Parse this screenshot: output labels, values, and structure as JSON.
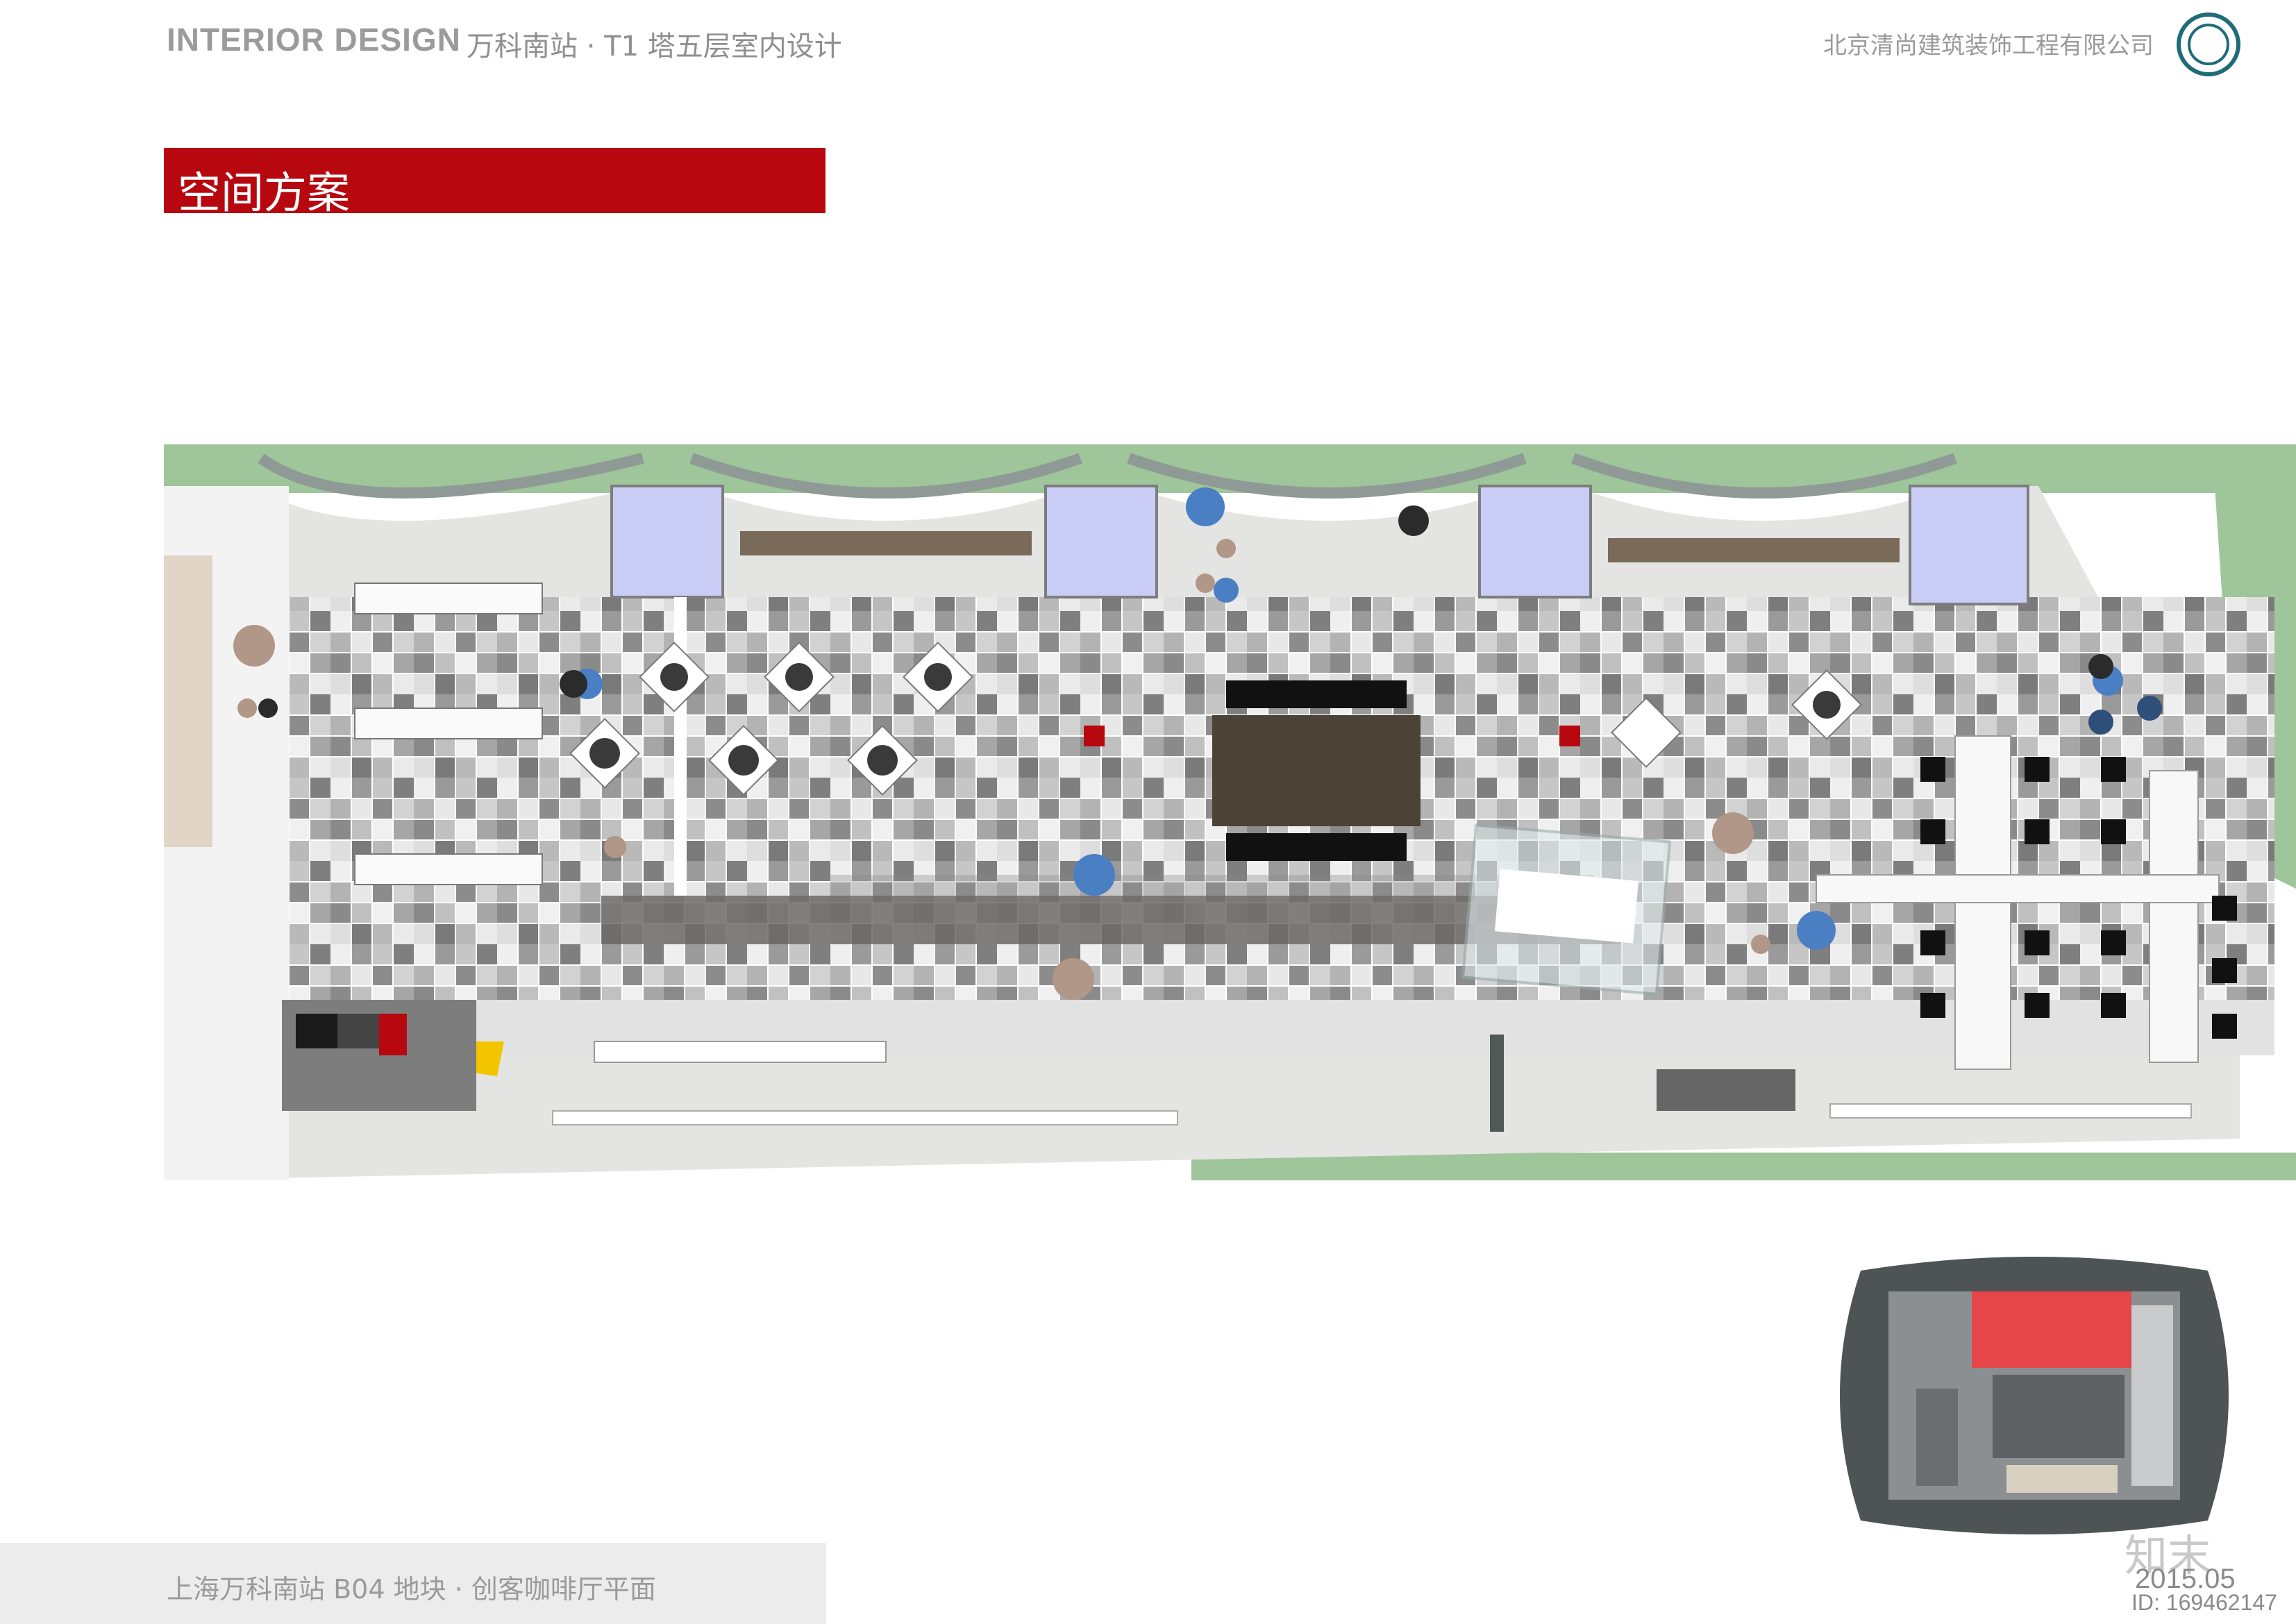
{
  "header": {
    "title": "INTERIOR DESIGN",
    "subtitle": "万科南站 · T1 塔五层室内设计",
    "company": "北京清尚建筑装饰工程有限公司"
  },
  "section": {
    "label": "空间方案"
  },
  "plan": {
    "icons": [
      "floor-plan",
      "key-plan"
    ],
    "colors": {
      "garden": "#9fc59a",
      "facade": "#8f9a96",
      "floor_light": "#e6e6e6",
      "floor_mid": "#bdbdbd",
      "floor_dark": "#8e8e8e",
      "glass": "#c9cdf6",
      "accent_blue": "#4a7fc4",
      "accent_red": "#b7070f"
    }
  },
  "footer": {
    "caption": "上海万科南站 B04 地块 · 创客咖啡厅平面",
    "date": "2015.05",
    "id": "ID: 169462147",
    "watermark": "知末"
  }
}
